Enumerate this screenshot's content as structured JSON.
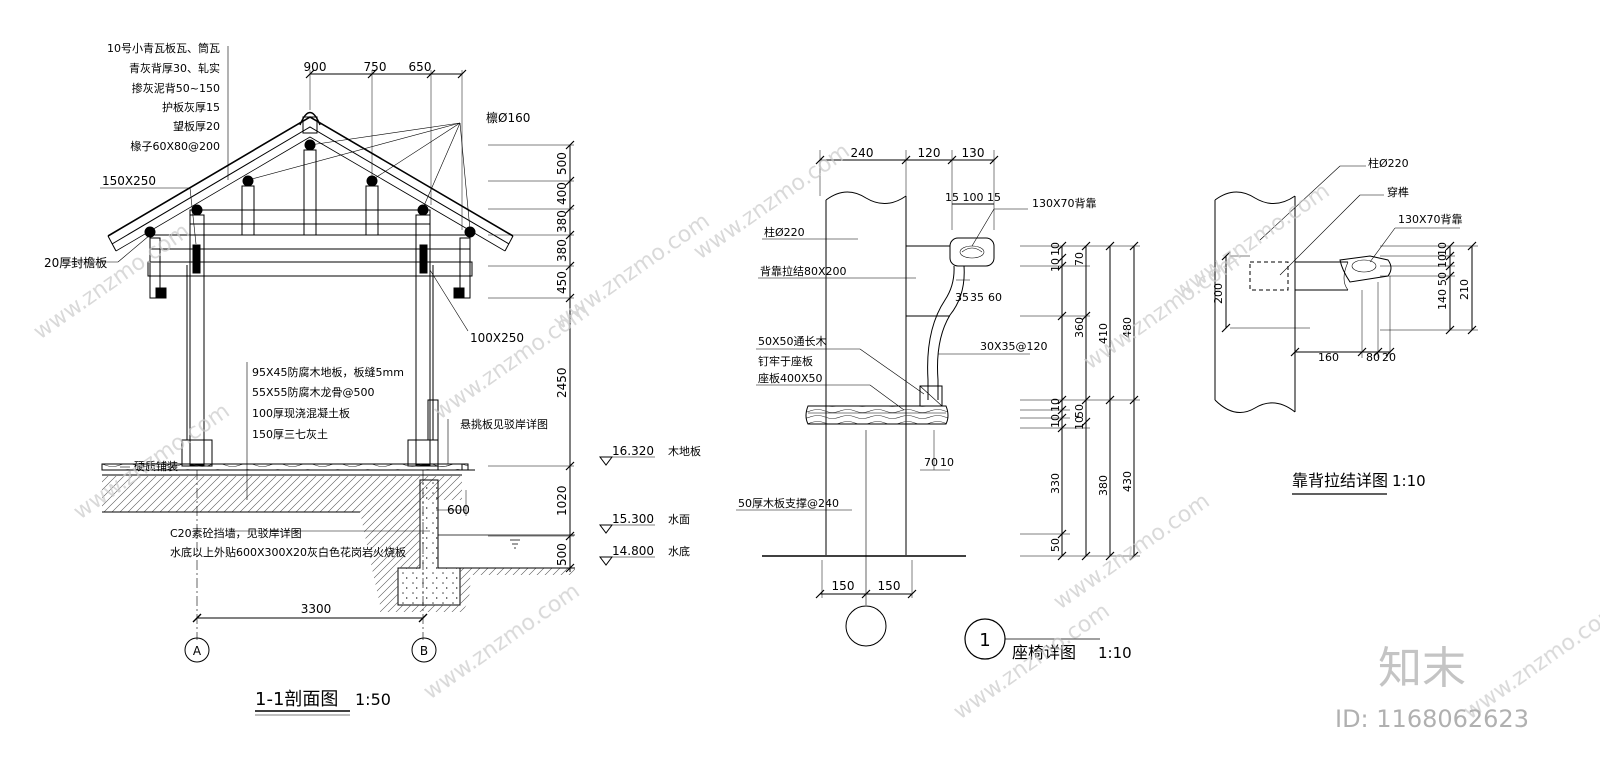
{
  "section": {
    "title": "1-1剖面图",
    "scale": "1:50",
    "top_dims": [
      "900",
      "750",
      "650"
    ],
    "roof_layers": [
      "10号小青瓦板瓦、筒瓦",
      "青灰背厚30、轧实",
      "掺灰泥背50~150",
      "护板灰厚15",
      "望板厚20",
      "椽子60X80@200"
    ],
    "purlin_note": "檩Ø160",
    "beam_left": "150X250",
    "eave_board": "20厚封檐板",
    "beam_right": "100X250",
    "right_dims": [
      "500",
      "400",
      "380",
      "380",
      "450",
      "2450",
      "1020",
      "500"
    ],
    "floor_layers": [
      "95X45防腐木地板，板缝5mm",
      "55X55防腐木龙骨@500",
      "100厚现浇混凝土板",
      "150厚三七灰土"
    ],
    "paving": "硬质铺装",
    "cantilever": "悬挑板见驳岸详图",
    "dim_600": "600",
    "wall_notes": [
      "C20素砼挡墙，见驳岸详图",
      "水底以上外贴600X300X20灰白色花岗岩火烧板"
    ],
    "levels": [
      {
        "value": "16.320",
        "label": "木地板"
      },
      {
        "value": "15.300",
        "label": "水面"
      },
      {
        "value": "14.800",
        "label": "水底"
      }
    ],
    "span": "3300",
    "axis_a": "A",
    "axis_b": "B"
  },
  "bench": {
    "title": "座椅详图",
    "scale": "1:10",
    "number": "1",
    "top_dims": [
      "240",
      "120",
      "130"
    ],
    "sub_dims": [
      "15",
      "100",
      "15"
    ],
    "notes": [
      "柱Ø220",
      "背靠拉结80X200",
      "50X50通长木",
      "钉牢于座板",
      "座板400X50",
      "50厚木板支撑@240"
    ],
    "backrest": "130X70背靠",
    "spindle": "30X35@120",
    "small_dims": [
      "35",
      "35",
      "60"
    ],
    "seat_dims": [
      "70",
      "10"
    ],
    "bottom_dims": [
      "150",
      "150"
    ],
    "vdims_a": [
      "10",
      "10",
      "10",
      "10",
      "330",
      "50"
    ],
    "vdims_b": [
      "70",
      "360",
      "50",
      "10"
    ],
    "vdims_c": [
      "410",
      "380"
    ],
    "vdims_d": [
      "480",
      "430"
    ]
  },
  "tie": {
    "title": "靠背拉结详图",
    "scale": "1:10",
    "post": "柱Ø220",
    "tenon": "穿榫",
    "backrest": "130X70背靠",
    "left_dim": "200",
    "right_dims": [
      "10",
      "10",
      "140",
      "50"
    ],
    "outer_dim": "210",
    "bottom_dims": [
      "160",
      "80",
      "20"
    ]
  },
  "watermark": {
    "site": "www.znzmo.com",
    "brand": "知末",
    "id": "ID: 1168062623"
  }
}
